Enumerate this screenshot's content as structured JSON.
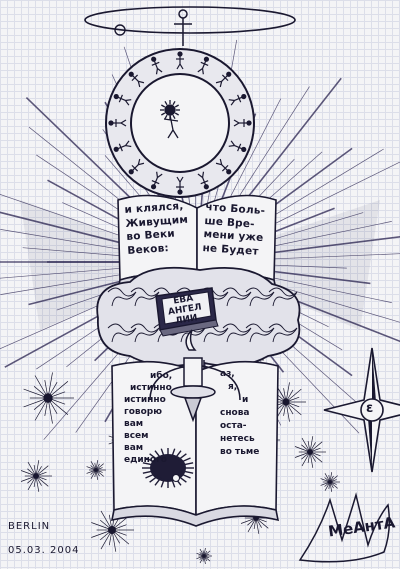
{
  "drawing": {
    "book_upper_left_lines": [
      "и клялся,",
      "Живущим",
      "во Веки",
      "Веков:"
    ],
    "book_upper_right_lines": [
      "что Боль-",
      "ше Вре-",
      "мени уже",
      "не Будет"
    ],
    "cover_lines": [
      "ЕВА",
      "АНГЕЛ",
      "ЛИИ"
    ],
    "book_lower_left_lines": [
      "ибо,",
      "истинно",
      "истинно",
      "говорю",
      "вам",
      "всем",
      "вам",
      "единого"
    ],
    "book_lower_right_lines": [
      "аз,",
      "я,",
      "и",
      "снова",
      "оста-",
      "нетесь",
      "во тьме"
    ],
    "location": "BERLIN",
    "date": "05.03. 2004",
    "signature": "МеАнтА",
    "emblem_symbol": "ε"
  },
  "colors": {
    "ink": "#1a1830",
    "ray": "#2a2350",
    "paper": "#f4f4f6",
    "grid": "#c9cde0"
  }
}
